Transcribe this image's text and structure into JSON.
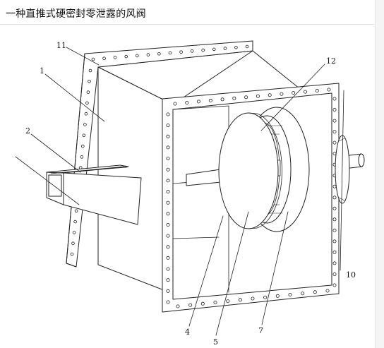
{
  "page": {
    "title": "一种直推式硬密封零泄露的风阀"
  },
  "figure": {
    "labels": [
      {
        "id": "label-11",
        "text": "11"
      },
      {
        "id": "label-1",
        "text": "1"
      },
      {
        "id": "label-2",
        "text": "2"
      },
      {
        "id": "label-12",
        "text": "12"
      },
      {
        "id": "label-10",
        "text": "10"
      },
      {
        "id": "label-4",
        "text": "4"
      },
      {
        "id": "label-5",
        "text": "5"
      },
      {
        "id": "label-7",
        "text": "7"
      }
    ]
  }
}
